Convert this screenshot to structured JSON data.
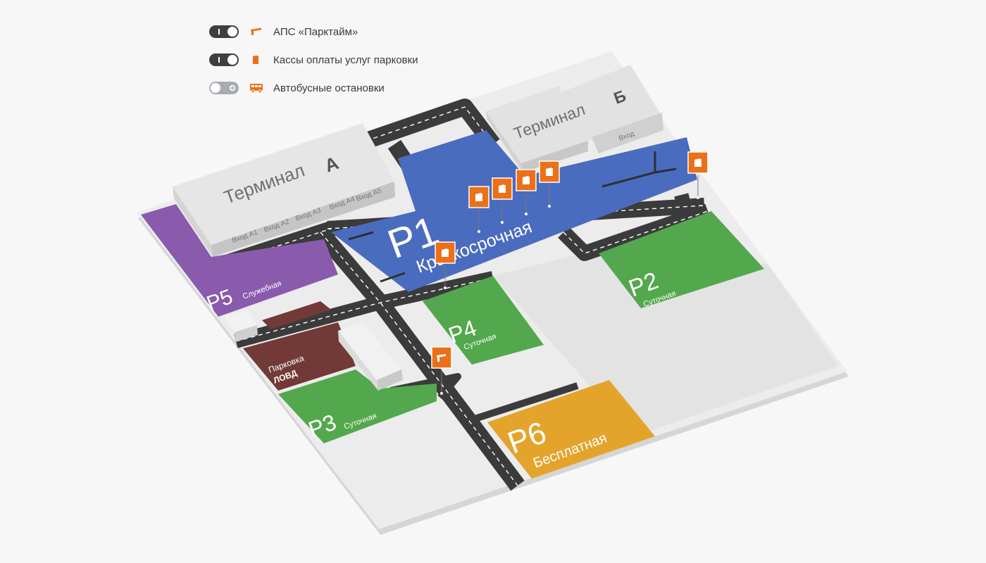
{
  "legend": {
    "items": [
      {
        "label": "АПС «Парктайм»",
        "enabled": true,
        "icon": "barrier-icon"
      },
      {
        "label": "Кассы оплаты услуг парковки",
        "enabled": true,
        "icon": "payment-terminal-icon"
      },
      {
        "label": "Автобусные остановки",
        "enabled": false,
        "icon": "bus-icon"
      }
    ]
  },
  "terminals": {
    "a": {
      "name": "Терминал",
      "letter": "А",
      "entrances": [
        "Вход А1",
        "Вход А2",
        "Вход А3",
        "Вход А4",
        "Вход А5"
      ]
    },
    "b": {
      "name": "Терминал",
      "letter": "Б",
      "entrances": [
        "Вход"
      ]
    }
  },
  "parkings": {
    "p1": {
      "code": "P1",
      "type": "Краткосрочная",
      "color": "#4a6cbf"
    },
    "p2": {
      "code": "P2",
      "type": "Суточная",
      "color": "#53a84d"
    },
    "p3": {
      "code": "P3",
      "type": "Суточная",
      "color": "#53a84d"
    },
    "p4": {
      "code": "P4",
      "type": "Суточная",
      "color": "#53a84d"
    },
    "p5": {
      "code": "P5",
      "type": "Служебная",
      "color": "#8a5aad"
    },
    "p6": {
      "code": "P6",
      "type": "Бесплатная",
      "color": "#e4a42c"
    },
    "lovd": {
      "name": "Парковка",
      "sub": "ЛОВД",
      "color": "#713a37"
    }
  },
  "colors": {
    "accent": "#ec7017",
    "road": "#3b3b3b",
    "ground": "#e9e9e9",
    "building": "#d8d8d8"
  }
}
